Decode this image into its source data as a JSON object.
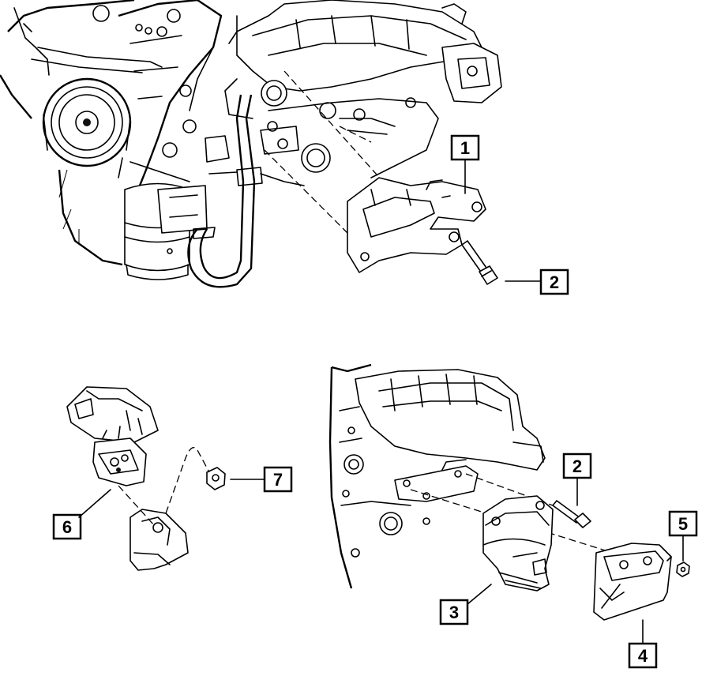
{
  "callouts": [
    {
      "id": "1",
      "label": "1"
    },
    {
      "id": "2a",
      "label": "2"
    },
    {
      "id": "2b",
      "label": "2"
    },
    {
      "id": "3",
      "label": "3"
    },
    {
      "id": "4",
      "label": "4"
    },
    {
      "id": "5",
      "label": "5"
    },
    {
      "id": "6",
      "label": "6"
    },
    {
      "id": "7",
      "label": "7"
    }
  ]
}
